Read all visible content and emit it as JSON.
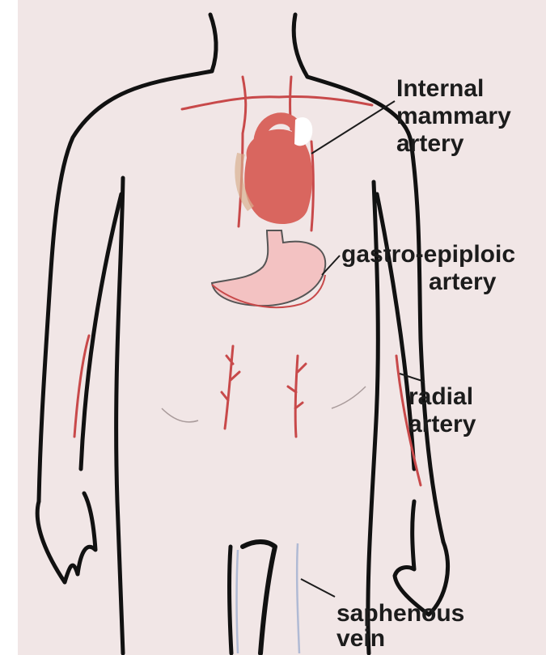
{
  "colors": {
    "background": "#f1e6e6",
    "outline": "#111111",
    "artery": "#c8494a",
    "heart": "#d9665f",
    "stomach": "#f3c2c2",
    "vein": "#aab6d3"
  },
  "labels": {
    "internal_mammary": [
      "Internal",
      "mammary",
      "artery"
    ],
    "gastro_epiploic": [
      "gastro-epiploic",
      "artery"
    ],
    "radial": [
      "radial",
      "artery"
    ],
    "saphenous": [
      "saphenous",
      "vein"
    ]
  }
}
